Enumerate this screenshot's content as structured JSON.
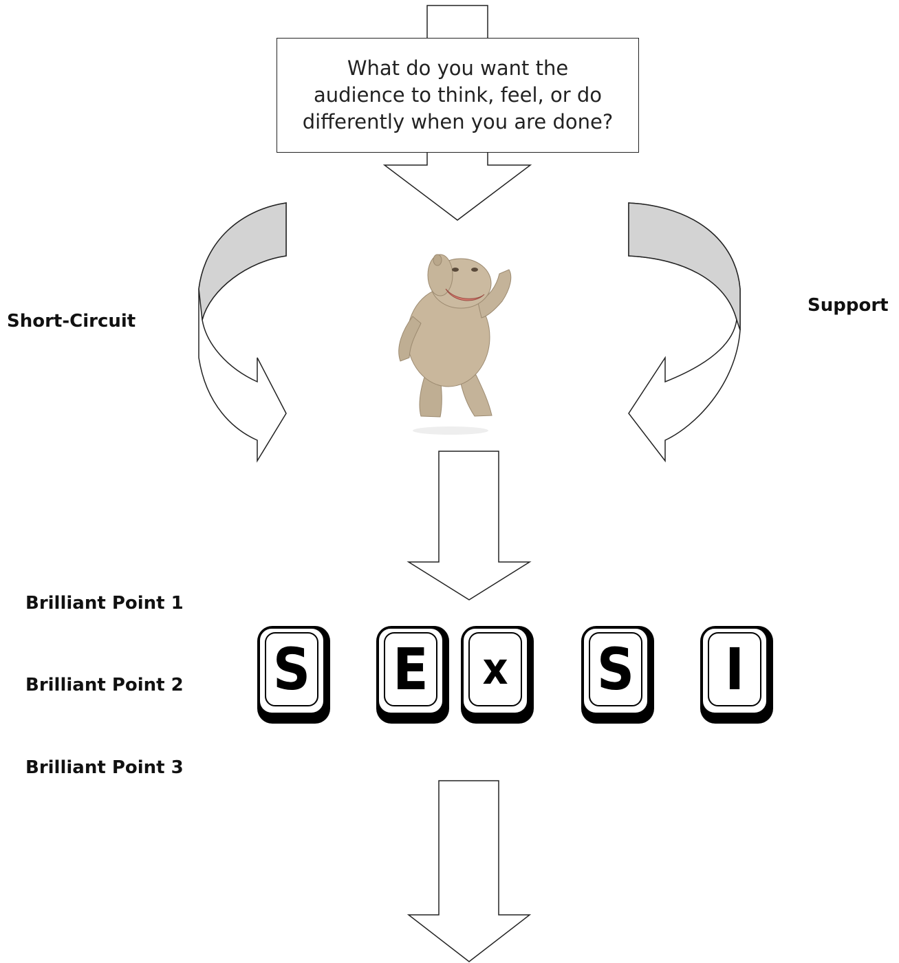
{
  "question": "What do you want the\naudience to think, feel, or do\ndifferently when you are done?",
  "labels": {
    "short_circuit": "Short-Circuit",
    "support": "Support",
    "point1": "Brilliant Point 1",
    "point2": "Brilliant Point 2",
    "point3": "Brilliant Point 3"
  },
  "keys": [
    "S",
    "E",
    "x",
    "S",
    "I"
  ],
  "colors": {
    "curved_arrow_fill": "#d3d3d3",
    "hippo": "#c9b79c",
    "outline": "#222222"
  }
}
